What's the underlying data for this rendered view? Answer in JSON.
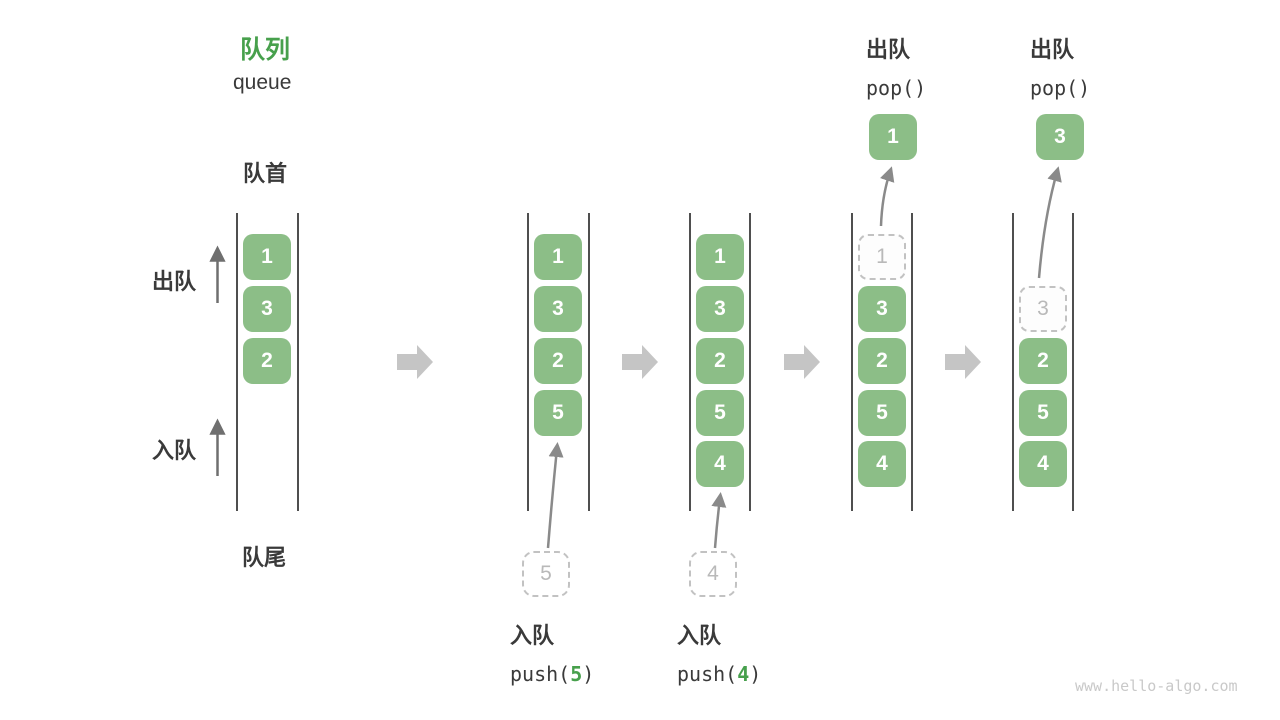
{
  "header": {
    "title_zh": "队列",
    "title_en": "queue"
  },
  "side_labels": {
    "front": "队首",
    "rear": "队尾",
    "dequeue": "出队",
    "enqueue": "入队"
  },
  "queues": [
    {
      "cells": [
        {
          "value": "1",
          "state": "solid"
        },
        {
          "value": "3",
          "state": "solid"
        },
        {
          "value": "2",
          "state": "solid"
        }
      ]
    },
    {
      "cells": [
        {
          "value": "1",
          "state": "solid"
        },
        {
          "value": "3",
          "state": "solid"
        },
        {
          "value": "2",
          "state": "solid"
        },
        {
          "value": "5",
          "state": "solid"
        }
      ]
    },
    {
      "cells": [
        {
          "value": "1",
          "state": "solid"
        },
        {
          "value": "3",
          "state": "solid"
        },
        {
          "value": "2",
          "state": "solid"
        },
        {
          "value": "5",
          "state": "solid"
        },
        {
          "value": "4",
          "state": "solid"
        }
      ]
    },
    {
      "cells": [
        {
          "value": "1",
          "state": "removed"
        },
        {
          "value": "3",
          "state": "solid"
        },
        {
          "value": "2",
          "state": "solid"
        },
        {
          "value": "5",
          "state": "solid"
        },
        {
          "value": "4",
          "state": "solid"
        }
      ]
    },
    {
      "cells": [
        {
          "value": "3",
          "state": "removed"
        },
        {
          "value": "2",
          "state": "solid"
        },
        {
          "value": "5",
          "state": "solid"
        },
        {
          "value": "4",
          "state": "solid"
        }
      ]
    }
  ],
  "push_annotations": [
    {
      "label": "入队",
      "code_pre": "push(",
      "arg": "5",
      "code_post": ")",
      "pending_value": "5"
    },
    {
      "label": "入队",
      "code_pre": "push(",
      "arg": "4",
      "code_post": ")",
      "pending_value": "4"
    }
  ],
  "pop_annotations": [
    {
      "label": "出队",
      "code": "pop()",
      "popped_value": "1"
    },
    {
      "label": "出队",
      "code": "pop()",
      "popped_value": "3"
    }
  ],
  "watermark": "www.hello-algo.com",
  "colors": {
    "title_green": "#47a04c",
    "cell_green": "#8cbe87",
    "ink": "#3a3a3a",
    "line_gray": "#4f4f4f",
    "block_arrow_gray": "#c5c5c5",
    "thin_arrow_gray": "#6f6f6f",
    "curve_arrow_gray": "#8a8a8a",
    "ghost_gray": "#c2c2c2",
    "ghost_text": "#b9b9b9",
    "watermark_gray": "#c9c9c9"
  }
}
